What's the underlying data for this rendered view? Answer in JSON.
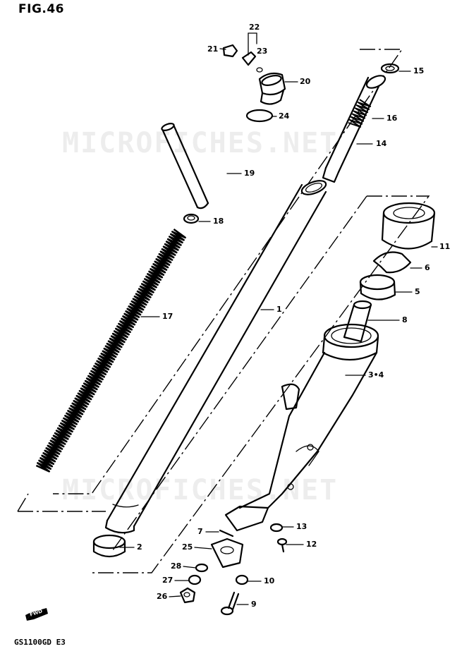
{
  "figure": {
    "title": "FIG.46",
    "model_code": "GS1100GD  E3"
  },
  "watermark": "MICROFICHES.NET",
  "forward_marker": {
    "label": "FWD",
    "icon": "forward-arrow-icon"
  },
  "callouts": [
    {
      "id": "22",
      "text": "22"
    },
    {
      "id": "21",
      "text": "21"
    },
    {
      "id": "23",
      "text": "23"
    },
    {
      "id": "20",
      "text": "20"
    },
    {
      "id": "24",
      "text": "24"
    },
    {
      "id": "15",
      "text": "15"
    },
    {
      "id": "16",
      "text": "16"
    },
    {
      "id": "14",
      "text": "14"
    },
    {
      "id": "19",
      "text": "19"
    },
    {
      "id": "18",
      "text": "18"
    },
    {
      "id": "11",
      "text": "11"
    },
    {
      "id": "6",
      "text": "6"
    },
    {
      "id": "5",
      "text": "5"
    },
    {
      "id": "1",
      "text": "1"
    },
    {
      "id": "17",
      "text": "17"
    },
    {
      "id": "8",
      "text": "8"
    },
    {
      "id": "3-4",
      "text": "3•4"
    },
    {
      "id": "7",
      "text": "7"
    },
    {
      "id": "13",
      "text": "13"
    },
    {
      "id": "2",
      "text": "2"
    },
    {
      "id": "25",
      "text": "25"
    },
    {
      "id": "12",
      "text": "12"
    },
    {
      "id": "28",
      "text": "28"
    },
    {
      "id": "27",
      "text": "27"
    },
    {
      "id": "10",
      "text": "10"
    },
    {
      "id": "26",
      "text": "26"
    },
    {
      "id": "9",
      "text": "9"
    }
  ]
}
